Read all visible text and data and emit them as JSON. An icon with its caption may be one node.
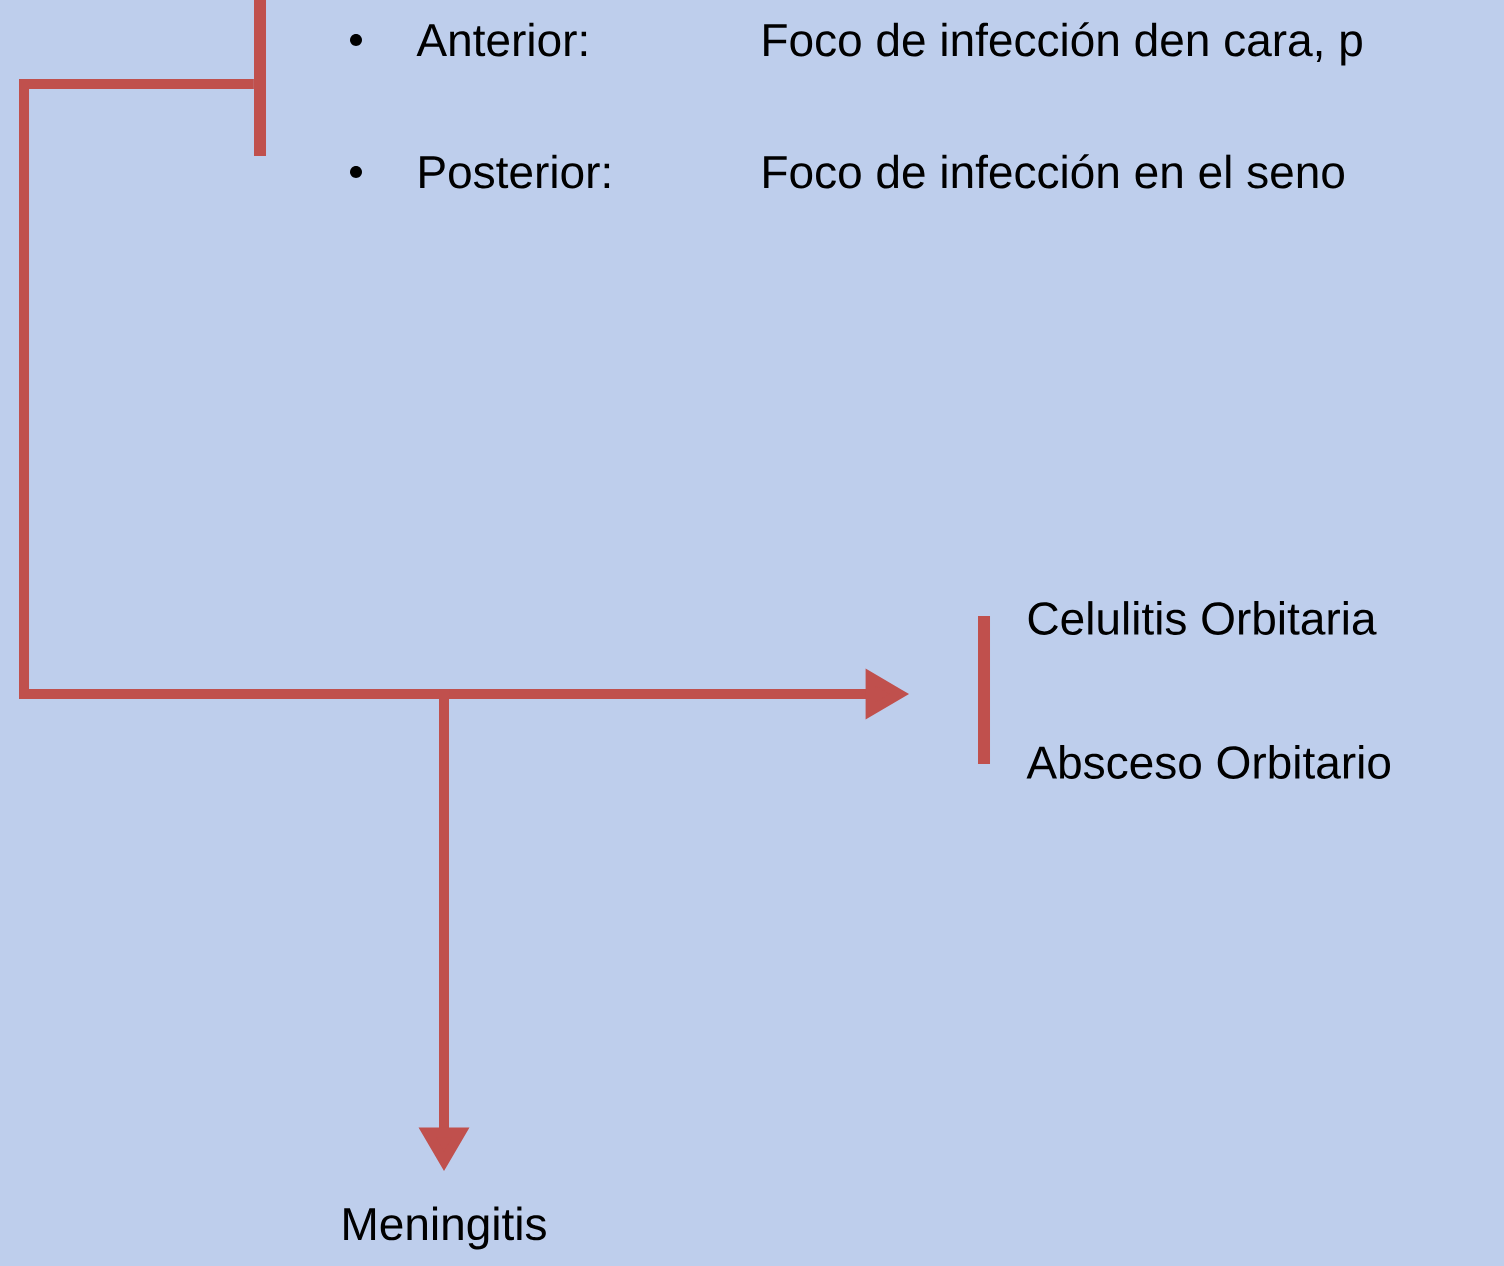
{
  "diagram": {
    "nodes": [
      {
        "text": [
          "Anterior:",
          "Foco de infección den cara, p",
          "Posterior:",
          "Foco de infección en el seno"
        ]
      },
      {
        "text": [
          "Celulitis Orbitaria",
          "Absceso Orbitario"
        ]
      },
      {
        "text": [
          "Meningitis"
        ]
      }
    ],
    "edges": [
      {
        "from": 0,
        "to": 1,
        "arrow": "to"
      },
      {
        "from": 0,
        "to": 2,
        "arrow": "to"
      }
    ]
  }
}
